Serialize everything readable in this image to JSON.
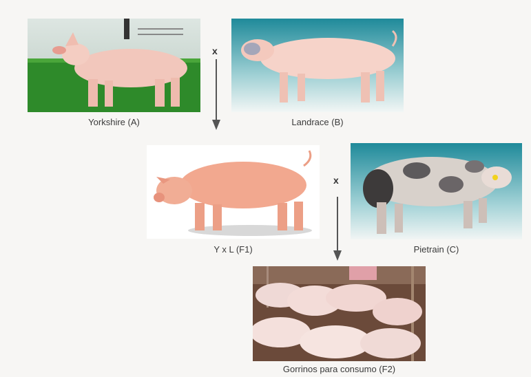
{
  "diagram": {
    "cross_symbol": "x",
    "nodes": [
      {
        "id": "A",
        "label": "Yorkshire (A)"
      },
      {
        "id": "B",
        "label": "Landrace (B)"
      },
      {
        "id": "F1",
        "label": "Y x L (F1)"
      },
      {
        "id": "C",
        "label": "Pietrain (C)"
      },
      {
        "id": "F2",
        "label": "Gorrinos para consumo (F2)"
      }
    ]
  },
  "colors": {
    "arrow": "#555555",
    "pig_pink": "#f2c4b8",
    "grass": "#2e8a2a",
    "teal_bg": "#3a9aa8"
  }
}
